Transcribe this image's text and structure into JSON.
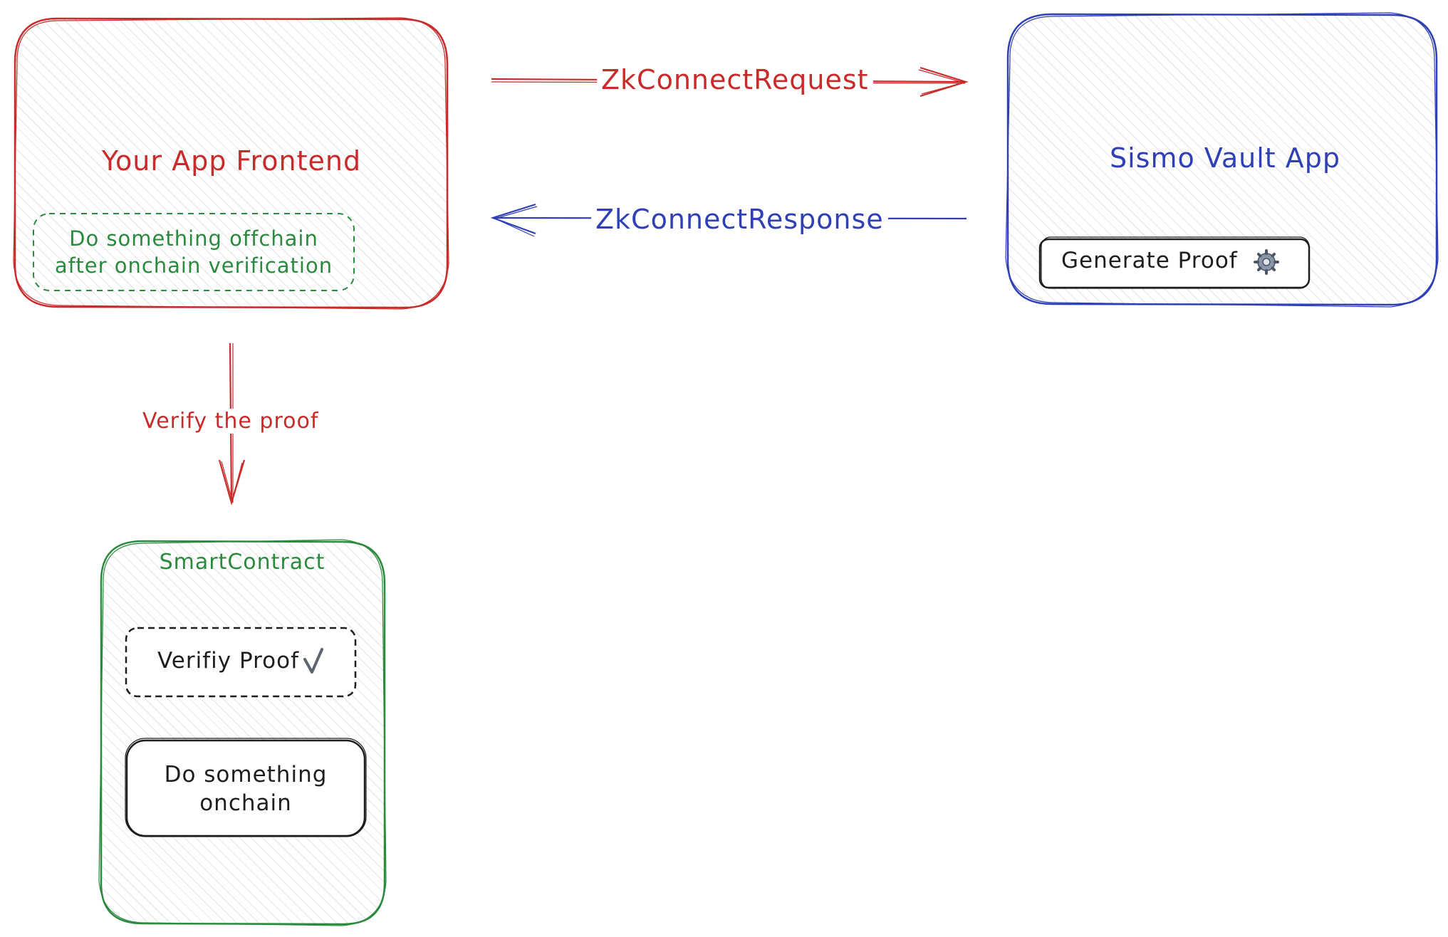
{
  "colors": {
    "red": "#c92a2a",
    "blue": "#2f3fb6",
    "green": "#2b8a3e",
    "black": "#1e1e1e",
    "hatch": "#c9c9c9"
  },
  "frontend": {
    "title": "Your App Frontend",
    "offchain_line1": "Do something offchain",
    "offchain_line2": "after onchain verification"
  },
  "vault": {
    "title": "Sismo Vault App",
    "generate_label": "Generate Proof",
    "generate_icon": "gear-icon"
  },
  "contract": {
    "title": "SmartContract",
    "verify_label": "Verifiy Proof",
    "verify_icon": "checkmark-icon",
    "onchain_line1": "Do something",
    "onchain_line2": "onchain"
  },
  "arrows": {
    "request_label": "ZkConnectRequest",
    "response_label": "ZkConnectResponse",
    "verify_label": "Verify the proof"
  }
}
